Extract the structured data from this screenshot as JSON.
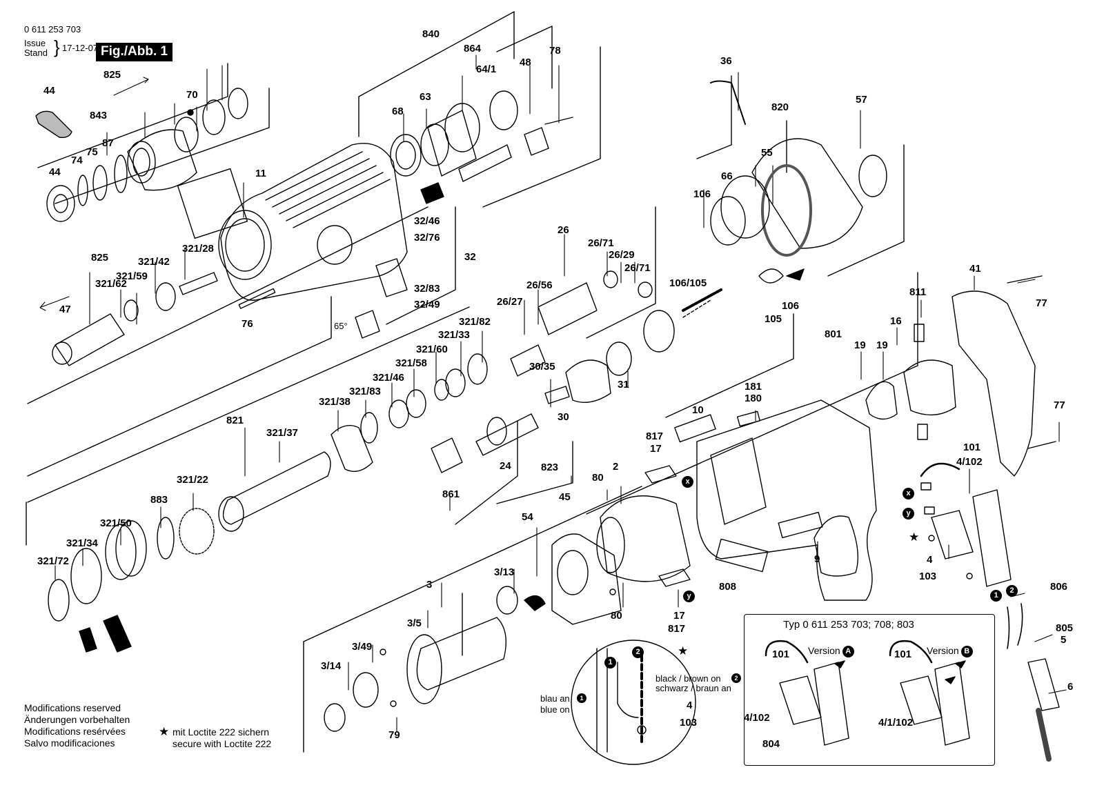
{
  "header": {
    "part_number": "0 611 253 703",
    "issue_label": "Issue",
    "stand_label": "Stand",
    "date": "17-12-07",
    "figure_label": "Fig./Abb. 1"
  },
  "parts": [
    {
      "id": "p825a",
      "label": "825"
    },
    {
      "id": "p44a",
      "label": "44"
    },
    {
      "id": "p843",
      "label": "843"
    },
    {
      "id": "p70",
      "label": "70"
    },
    {
      "id": "p75",
      "label": "75"
    },
    {
      "id": "p87",
      "label": "87"
    },
    {
      "id": "p74",
      "label": "74"
    },
    {
      "id": "p44b",
      "label": "44"
    },
    {
      "id": "p840",
      "label": "840"
    },
    {
      "id": "p864",
      "label": "864"
    },
    {
      "id": "p64_1",
      "label": "64/1"
    },
    {
      "id": "p48",
      "label": "48"
    },
    {
      "id": "p78",
      "label": "78"
    },
    {
      "id": "p68",
      "label": "68"
    },
    {
      "id": "p63",
      "label": "63"
    },
    {
      "id": "p11",
      "label": "11"
    },
    {
      "id": "p36",
      "label": "36"
    },
    {
      "id": "p820",
      "label": "820"
    },
    {
      "id": "p57",
      "label": "57"
    },
    {
      "id": "p55",
      "label": "55"
    },
    {
      "id": "p66",
      "label": "66"
    },
    {
      "id": "p106a",
      "label": "106"
    },
    {
      "id": "p32_46",
      "label": "32/46"
    },
    {
      "id": "p32_76",
      "label": "32/76"
    },
    {
      "id": "p32",
      "label": "32"
    },
    {
      "id": "p32_83",
      "label": "32/83"
    },
    {
      "id": "p32_49",
      "label": "32/49"
    },
    {
      "id": "p65deg",
      "label": "65°"
    },
    {
      "id": "p825b",
      "label": "825"
    },
    {
      "id": "p321_28",
      "label": "321/28"
    },
    {
      "id": "p321_42",
      "label": "321/42"
    },
    {
      "id": "p321_62",
      "label": "321/62"
    },
    {
      "id": "p321_59",
      "label": "321/59"
    },
    {
      "id": "p47",
      "label": "47"
    },
    {
      "id": "p76",
      "label": "76"
    },
    {
      "id": "p26",
      "label": "26"
    },
    {
      "id": "p26_71a",
      "label": "26/71"
    },
    {
      "id": "p26_29",
      "label": "26/29"
    },
    {
      "id": "p26_71b",
      "label": "26/71"
    },
    {
      "id": "p26_56",
      "label": "26/56"
    },
    {
      "id": "p26_27",
      "label": "26/27"
    },
    {
      "id": "p106_105",
      "label": "106/105"
    },
    {
      "id": "p106b",
      "label": "106"
    },
    {
      "id": "p105",
      "label": "105"
    },
    {
      "id": "p41",
      "label": "41"
    },
    {
      "id": "p77a",
      "label": "77"
    },
    {
      "id": "p811",
      "label": "811"
    },
    {
      "id": "p16",
      "label": "16"
    },
    {
      "id": "p801",
      "label": "801"
    },
    {
      "id": "p19a",
      "label": "19"
    },
    {
      "id": "p19b",
      "label": "19"
    },
    {
      "id": "p321_82",
      "label": "321/82"
    },
    {
      "id": "p321_33",
      "label": "321/33"
    },
    {
      "id": "p321_60",
      "label": "321/60"
    },
    {
      "id": "p321_58",
      "label": "321/58"
    },
    {
      "id": "p321_46",
      "label": "321/46"
    },
    {
      "id": "p321_83",
      "label": "321/83"
    },
    {
      "id": "p321_38",
      "label": "321/38"
    },
    {
      "id": "p30_35",
      "label": "30/35"
    },
    {
      "id": "p31",
      "label": "31"
    },
    {
      "id": "p30",
      "label": "30"
    },
    {
      "id": "p181",
      "label": "181"
    },
    {
      "id": "p180",
      "label": "180"
    },
    {
      "id": "p10",
      "label": "10"
    },
    {
      "id": "p77b",
      "label": "77"
    },
    {
      "id": "p821",
      "label": "821"
    },
    {
      "id": "p321_37",
      "label": "321/37"
    },
    {
      "id": "p817a",
      "label": "817"
    },
    {
      "id": "p17a",
      "label": "17"
    },
    {
      "id": "p101a",
      "label": "101"
    },
    {
      "id": "p4_102a",
      "label": "4/102"
    },
    {
      "id": "p24",
      "label": "24"
    },
    {
      "id": "p823",
      "label": "823"
    },
    {
      "id": "p80a",
      "label": "80"
    },
    {
      "id": "p2",
      "label": "2"
    },
    {
      "id": "p861",
      "label": "861"
    },
    {
      "id": "p321_22",
      "label": "321/22"
    },
    {
      "id": "p883",
      "label": "883"
    },
    {
      "id": "p45",
      "label": "45"
    },
    {
      "id": "p321_50",
      "label": "321/50"
    },
    {
      "id": "p321_34",
      "label": "321/34"
    },
    {
      "id": "p321_72",
      "label": "321/72"
    },
    {
      "id": "p54",
      "label": "54"
    },
    {
      "id": "p9",
      "label": "9"
    },
    {
      "id": "p4a",
      "label": "4"
    },
    {
      "id": "p103a",
      "label": "103"
    },
    {
      "id": "p808",
      "label": "808"
    },
    {
      "id": "p806",
      "label": "806"
    },
    {
      "id": "p3",
      "label": "3"
    },
    {
      "id": "p3_13",
      "label": "3/13"
    },
    {
      "id": "p3_5",
      "label": "3/5"
    },
    {
      "id": "p80b",
      "label": "80"
    },
    {
      "id": "p17b",
      "label": "17"
    },
    {
      "id": "p817b",
      "label": "817"
    },
    {
      "id": "p805",
      "label": "805"
    },
    {
      "id": "p5",
      "label": "5"
    },
    {
      "id": "p3_49",
      "label": "3/49"
    },
    {
      "id": "p3_14",
      "label": "3/14"
    },
    {
      "id": "p79",
      "label": "79"
    },
    {
      "id": "p4b",
      "label": "4"
    },
    {
      "id": "p103b",
      "label": "103"
    },
    {
      "id": "p6",
      "label": "6"
    },
    {
      "id": "p101b",
      "label": "101"
    },
    {
      "id": "p101c",
      "label": "101"
    },
    {
      "id": "p4_102b",
      "label": "4/102"
    },
    {
      "id": "p804",
      "label": "804"
    },
    {
      "id": "p4_1_102",
      "label": "4/1/102"
    }
  ],
  "markers": {
    "x": "x",
    "y": "y",
    "one": "1",
    "two": "2"
  },
  "wiring": {
    "blue_de": "blau an",
    "blue_en": "blue on",
    "black_brown_en": "black / brown on",
    "black_brown_de": "schwarz / braun an"
  },
  "inset": {
    "title": "Typ 0 611 253 703; 708; 803",
    "version_label": "Version",
    "version_a": "A",
    "version_b": "B"
  },
  "notes": {
    "modifications": [
      "Modifications reserved",
      "Änderungen vorbehalten",
      "Modifications resérvées",
      "Salvo modificaciones"
    ],
    "loctite_de": "mit Loctite 222 sichern",
    "loctite_en": "secure with Loctite 222",
    "star": "★"
  }
}
